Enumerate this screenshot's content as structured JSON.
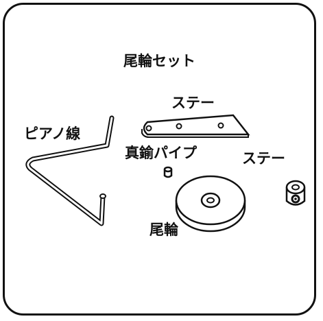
{
  "title": "尾輪セット",
  "parts": {
    "stay_top_label": "ステー",
    "piano_wire_label": "ピアノ線",
    "brass_pipe_label": "真鍮パイプ",
    "stay_right_label": "ステー",
    "wheel_label": "尾輪"
  },
  "colors": {
    "line": "#111111",
    "background": "#ffffff"
  }
}
